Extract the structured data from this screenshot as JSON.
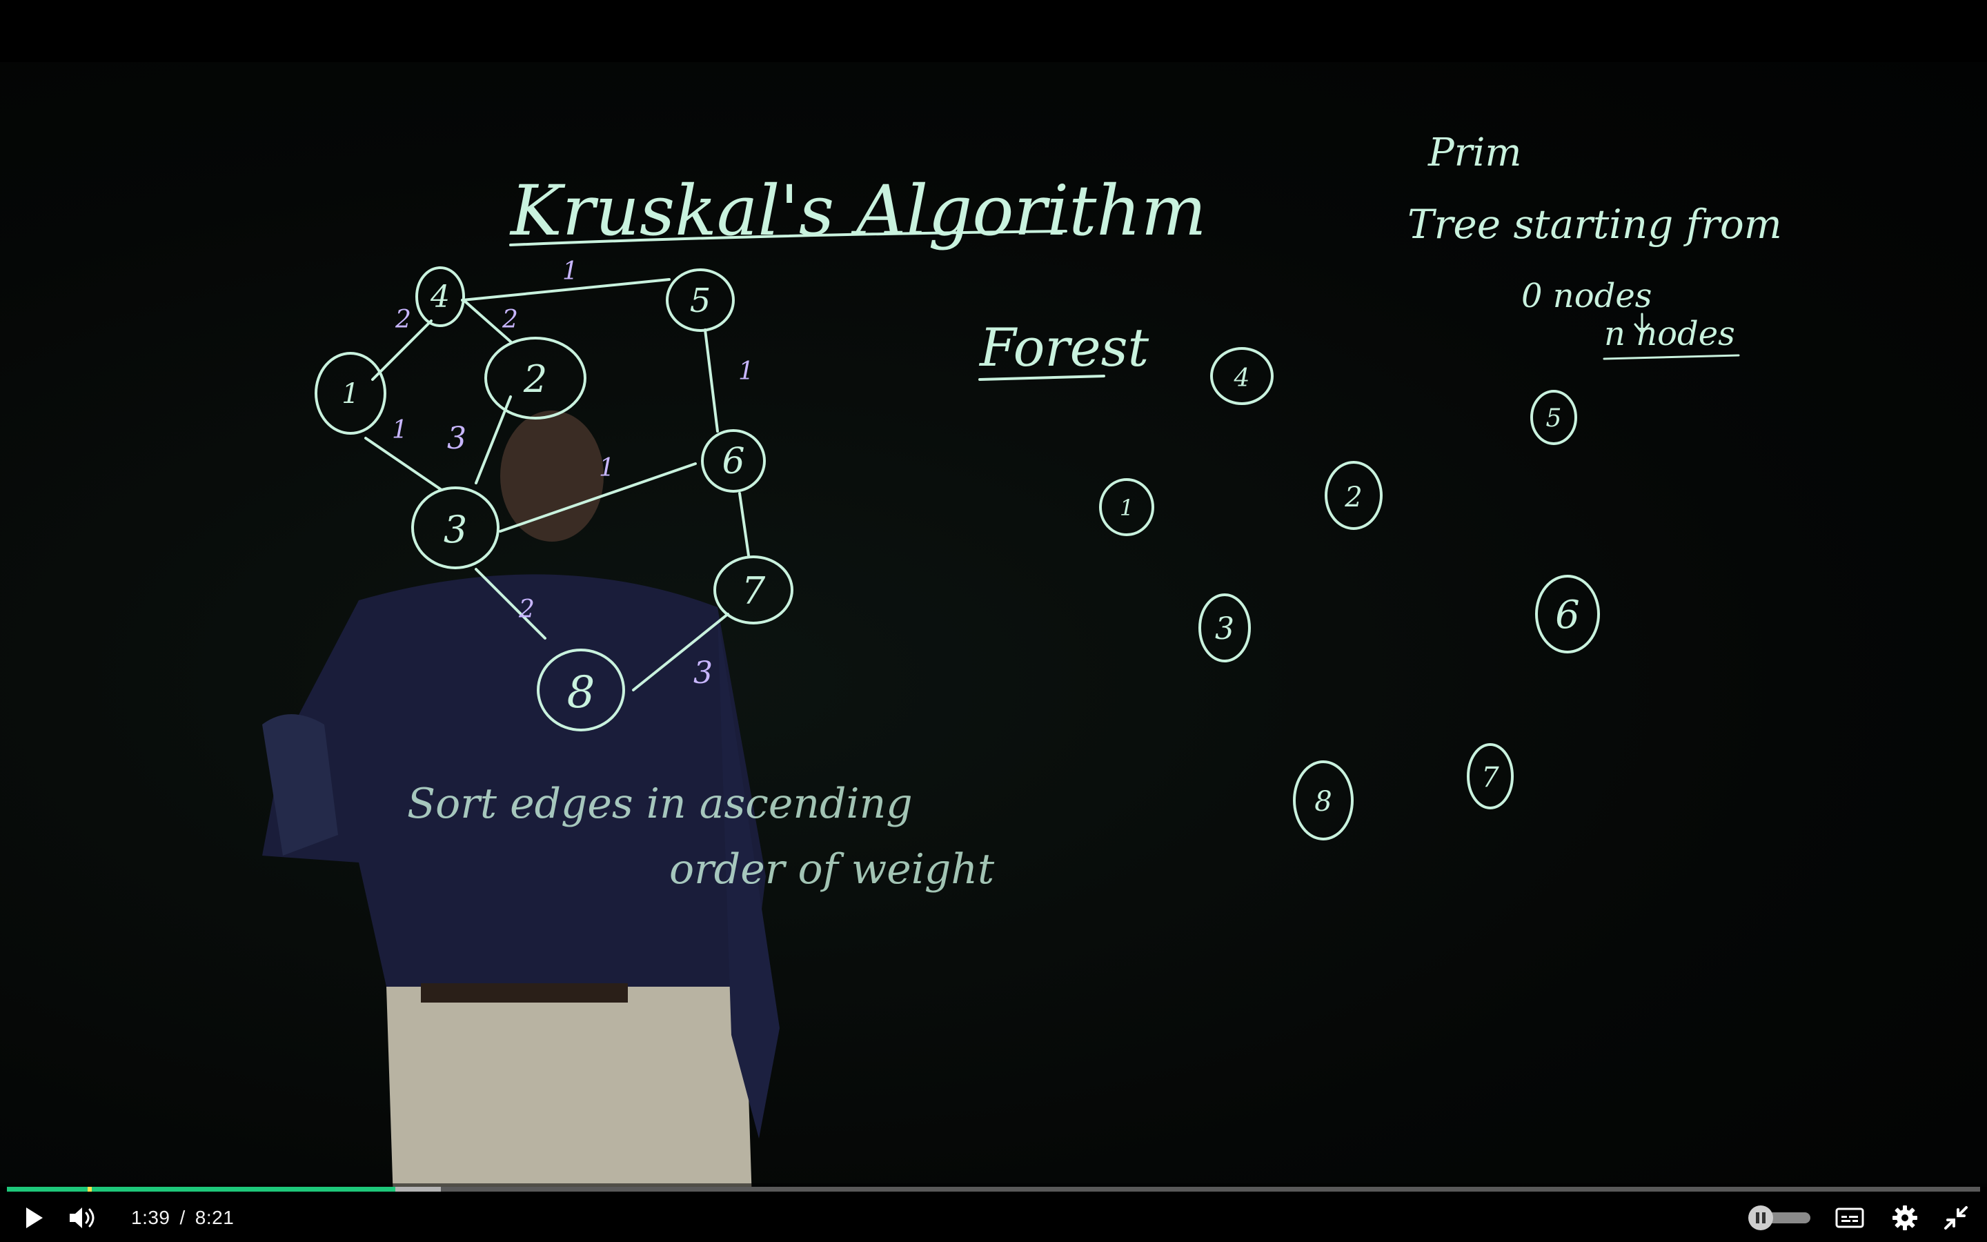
{
  "board": {
    "title": "Kruskal's Algorithm",
    "forest_label": "Forest",
    "prim_label": "Prim",
    "prim_note_line1": "Tree starting from",
    "prim_note_line2": "0 nodes",
    "prim_note_line3": "n nodes",
    "sort_note_line1": "Sort edges in ascending",
    "sort_note_line2": "order of weight",
    "graph_nodes": [
      "4",
      "5",
      "1",
      "2",
      "6",
      "3",
      "7",
      "8"
    ],
    "edge_weights": [
      "1",
      "2",
      "2",
      "1",
      "1",
      "3",
      "1",
      "2",
      "3"
    ],
    "forest_nodes": [
      "4",
      "5",
      "1",
      "2",
      "3",
      "6",
      "8",
      "7"
    ]
  },
  "controls": {
    "current_time": "1:39",
    "separator": "/",
    "duration": "8:21",
    "progress_played": 0.197,
    "progress_loaded": 0.22,
    "colors": {
      "played": "#1ec77a",
      "marker": "#ffe14d"
    },
    "icons": [
      "play-icon",
      "volume-icon",
      "pause-toggle-icon",
      "closed-captions-icon",
      "gear-icon",
      "exit-fullscreen-icon"
    ]
  }
}
